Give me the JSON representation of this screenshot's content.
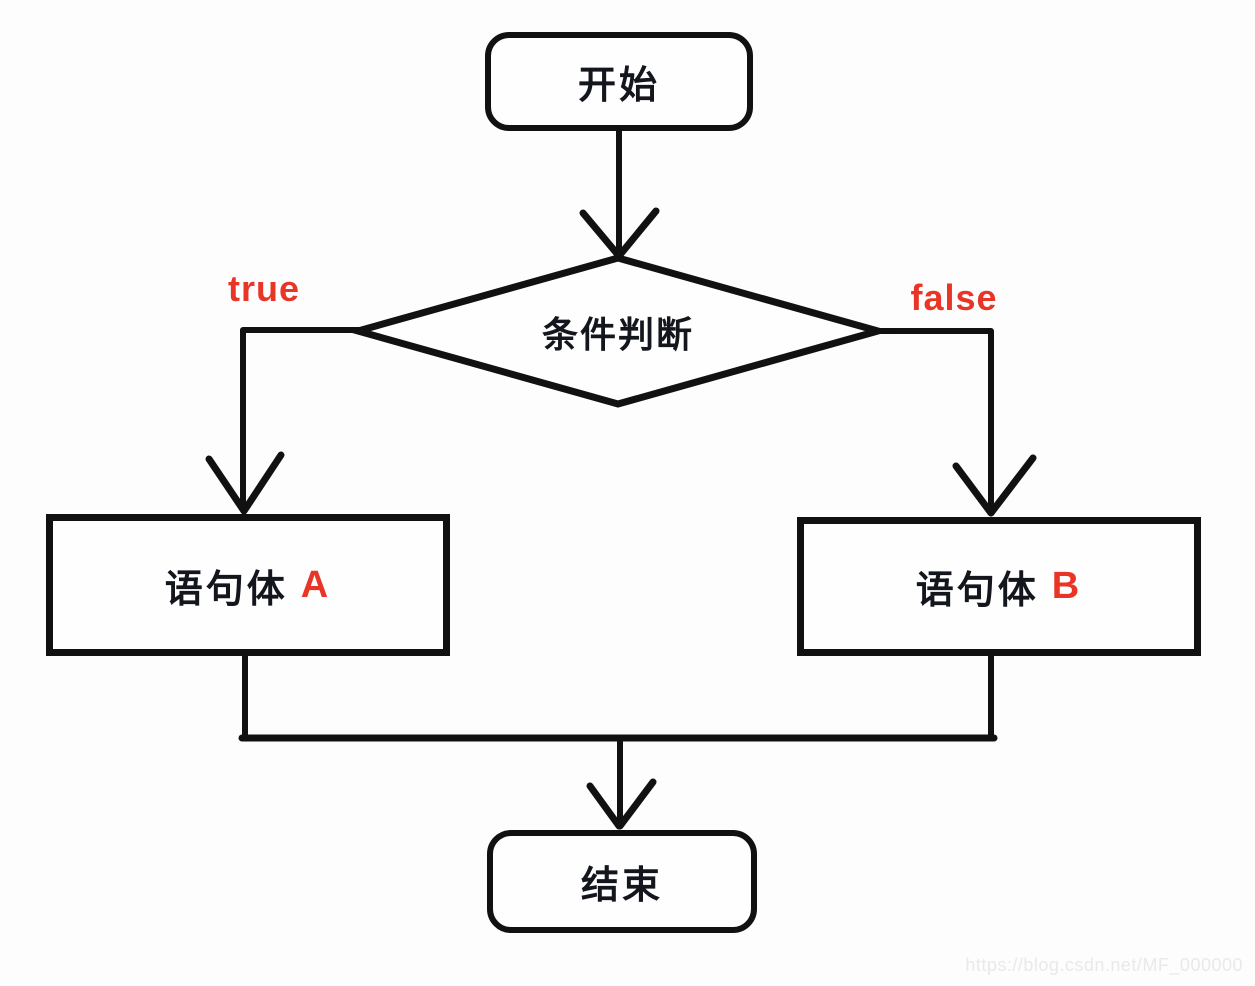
{
  "nodes": {
    "start": {
      "label": "开始"
    },
    "condition": {
      "label": "条件判断"
    },
    "statement_a": {
      "text": "语句体",
      "letter": "A"
    },
    "statement_b": {
      "text": "语句体",
      "letter": "B"
    },
    "end": {
      "label": "结束"
    }
  },
  "edges": {
    "true_label": "true",
    "false_label": "false"
  },
  "watermark": {
    "text": "https://blog.csdn.net/MF_000000"
  },
  "colors": {
    "line": "#111111",
    "ink": "#14161d",
    "accent": "#e93526",
    "watermark": "#e9e9e9",
    "background": "#fdfdfd"
  }
}
